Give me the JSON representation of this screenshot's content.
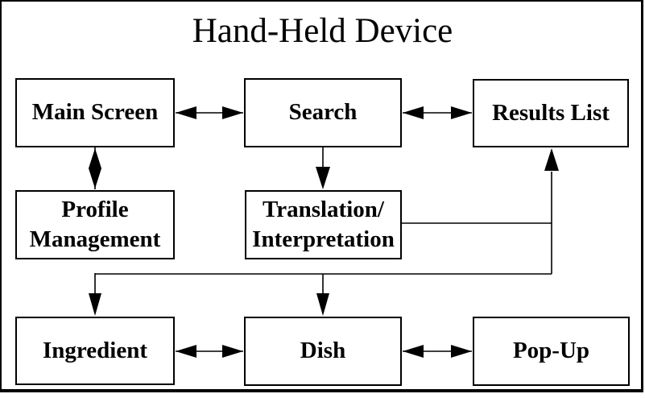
{
  "title": "Hand-Held Device",
  "colors": {
    "line": "#000000",
    "background": "#ffffff",
    "text": "#000000"
  },
  "nodes": [
    {
      "id": "main-screen",
      "label": "Main Screen"
    },
    {
      "id": "search",
      "label": "Search"
    },
    {
      "id": "results-list",
      "label": "Results List"
    },
    {
      "id": "profile-management",
      "label": "Profile\nManagement"
    },
    {
      "id": "translation-interpretation",
      "label": "Translation/\nInterpretation"
    },
    {
      "id": "ingredient",
      "label": "Ingredient"
    },
    {
      "id": "dish",
      "label": "Dish"
    },
    {
      "id": "pop-up",
      "label": "Pop-Up"
    }
  ],
  "edges": [
    {
      "from": "main-screen",
      "to": "search",
      "direction": "bidirectional"
    },
    {
      "from": "search",
      "to": "results-list",
      "direction": "bidirectional"
    },
    {
      "from": "main-screen",
      "to": "profile-management",
      "direction": "bidirectional"
    },
    {
      "from": "search",
      "to": "translation-interpretation",
      "direction": "one-way"
    },
    {
      "from": "translation-interpretation",
      "to": "results-list",
      "direction": "one-way"
    },
    {
      "from": "translation-interpretation",
      "to": "ingredient",
      "direction": "one-way"
    },
    {
      "from": "translation-interpretation",
      "to": "dish",
      "direction": "one-way"
    },
    {
      "from": "ingredient",
      "to": "dish",
      "direction": "bidirectional"
    },
    {
      "from": "dish",
      "to": "pop-up",
      "direction": "bidirectional"
    }
  ]
}
